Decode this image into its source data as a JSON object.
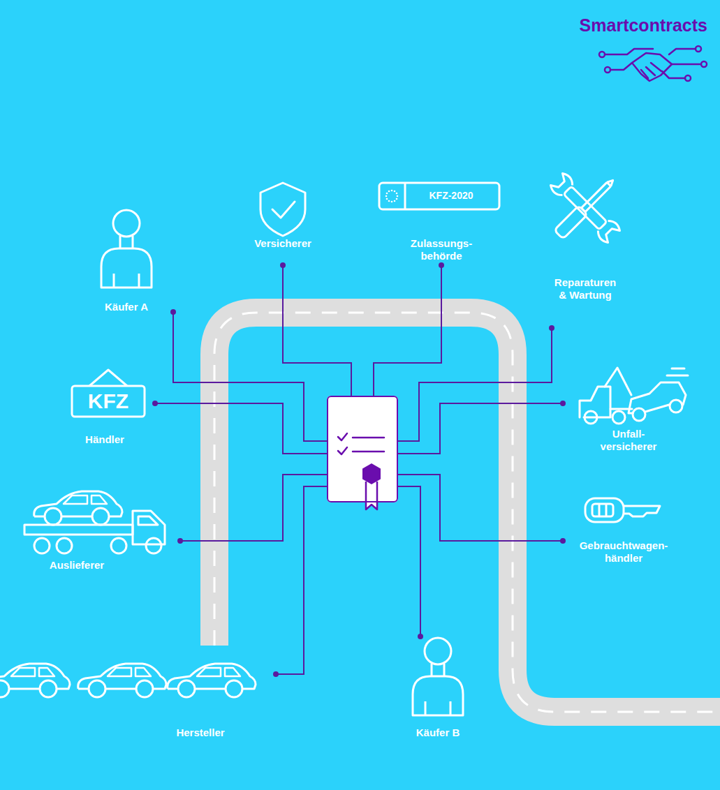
{
  "diagram": {
    "title": "Smartcontracts",
    "nodes": [
      {
        "text": [
          "Käufer A"
        ]
      },
      {
        "text": [
          "Versicherer"
        ]
      },
      {
        "text": [
          "Zulassungs- behörde"
        ]
      },
      {
        "text": [
          "Reparaturen & Wartung"
        ]
      },
      {
        "text": [
          "Händler"
        ]
      },
      {
        "text": []
      },
      {
        "text": [
          "Unfall- versicherer"
        ]
      },
      {
        "text": [
          "Auslieferer"
        ]
      },
      {
        "text": [
          "Gebrauchtwagen- händler"
        ]
      },
      {
        "text": [
          "Hersteller"
        ]
      },
      {
        "text": [
          "Käufer B"
        ]
      }
    ],
    "edges": [
      {
        "from": 0,
        "to": 5,
        "arrow": "none"
      },
      {
        "from": 1,
        "to": 5,
        "arrow": "none"
      },
      {
        "from": 2,
        "to": 5,
        "arrow": "none"
      },
      {
        "from": 3,
        "to": 5,
        "arrow": "none"
      },
      {
        "from": 4,
        "to": 5,
        "arrow": "none"
      },
      {
        "from": 6,
        "to": 5,
        "arrow": "none"
      },
      {
        "from": 7,
        "to": 5,
        "arrow": "none"
      },
      {
        "from": 8,
        "to": 5,
        "arrow": "none"
      },
      {
        "from": 9,
        "to": 5,
        "arrow": "none"
      },
      {
        "from": 10,
        "to": 5,
        "arrow": "none"
      }
    ],
    "labels": [
      "KFZ-2020",
      "KFZ"
    ]
  }
}
